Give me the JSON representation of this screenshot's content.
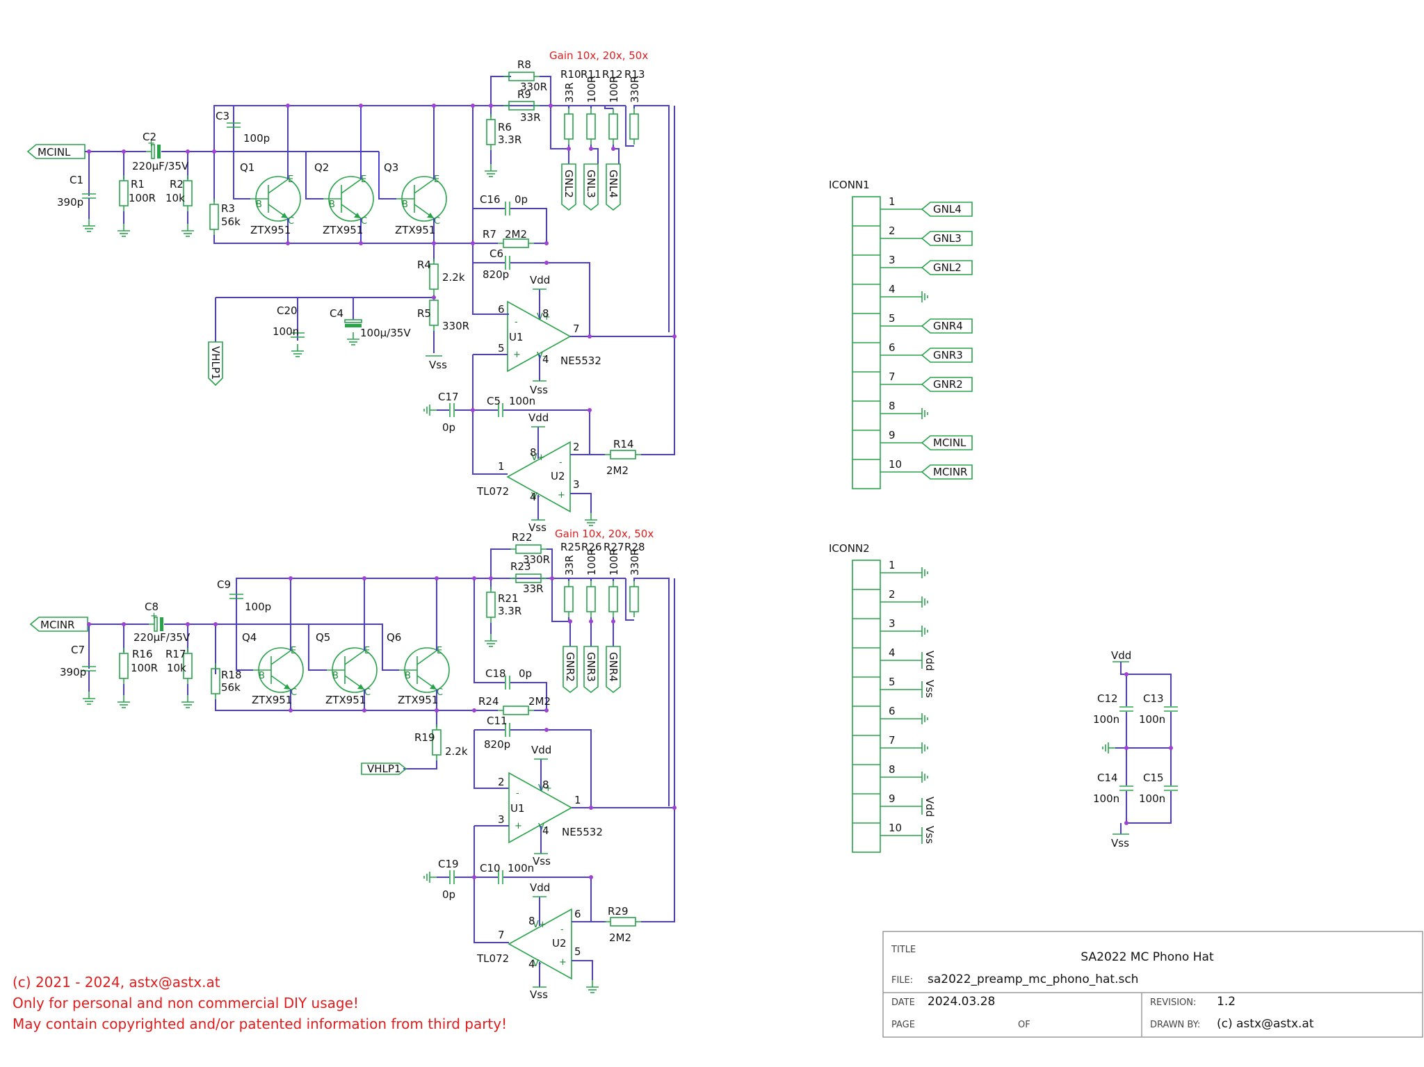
{
  "gain_note": "Gain 10x, 20x, 50x",
  "nets": {
    "mcinl": "MCINL",
    "mcinr": "MCINR",
    "vhlp": "VHLP1",
    "vdd": "Vdd",
    "vss": "Vss",
    "gnl2": "GNL2",
    "gnl3": "GNL3",
    "gnl4": "GNL4",
    "gnr2": "GNR2",
    "gnr3": "GNR3",
    "gnr4": "GNR4"
  },
  "left": {
    "c1": {
      "ref": "C1",
      "val": "390p"
    },
    "c2": {
      "ref": "C2",
      "val": "220µF/35V"
    },
    "r1": {
      "ref": "R1",
      "val": "100R"
    },
    "r2": {
      "ref": "R2",
      "val": "10k"
    },
    "r3": {
      "ref": "R3",
      "val": "56k"
    },
    "c3": {
      "ref": "C3",
      "val": "100p"
    },
    "q1": "Q1",
    "q2": "Q2",
    "q3": "Q3",
    "qpart": "ZTX951",
    "r8": {
      "ref": "R8",
      "val": "330R"
    },
    "r9": {
      "ref": "R9",
      "val": "33R"
    },
    "r6": {
      "ref": "R6",
      "val": "3.3R"
    },
    "r10": {
      "ref": "R10",
      "val": "33R"
    },
    "r11": {
      "ref": "R11",
      "val": "100R"
    },
    "r12": {
      "ref": "R12",
      "val": "100R"
    },
    "r13": {
      "ref": "R13",
      "val": "330R"
    },
    "c16": {
      "ref": "C16",
      "val": "0p"
    },
    "r7": {
      "ref": "R7",
      "val": "2M2"
    },
    "c6": {
      "ref": "C6",
      "val": "820p"
    },
    "r4": {
      "ref": "R4",
      "val": "2.2k"
    },
    "r5": {
      "ref": "R5",
      "val": "330R"
    },
    "c20": {
      "ref": "C20",
      "val": "100n"
    },
    "c4": {
      "ref": "C4",
      "val": "100µ/35V"
    },
    "u1": {
      "ref": "U1",
      "part": "NE5532",
      "pin_inv": "6",
      "pin_noninv": "5",
      "pin_out": "7",
      "pin_vp": "8",
      "pin_vn": "4"
    },
    "c17": {
      "ref": "C17",
      "val": "0p"
    },
    "c5": {
      "ref": "C5",
      "val": "100n"
    },
    "u2": {
      "ref": "U2",
      "part": "TL072",
      "pin_inv": "2",
      "pin_noninv": "3",
      "pin_out": "1",
      "pin_vp": "8",
      "pin_vn": "4"
    },
    "r14": {
      "ref": "R14",
      "val": "2M2"
    }
  },
  "right": {
    "c7": {
      "ref": "C7",
      "val": "390p"
    },
    "c8": {
      "ref": "C8",
      "val": "220µF/35V"
    },
    "r16": {
      "ref": "R16",
      "val": "100R"
    },
    "r17": {
      "ref": "R17",
      "val": "10k"
    },
    "r18": {
      "ref": "R18",
      "val": "56k"
    },
    "c9": {
      "ref": "C9",
      "val": "100p"
    },
    "q4": "Q4",
    "q5": "Q5",
    "q6": "Q6",
    "qpart": "ZTX951",
    "r22": {
      "ref": "R22",
      "val": "330R"
    },
    "r23": {
      "ref": "R23",
      "val": "33R"
    },
    "r21": {
      "ref": "R21",
      "val": "3.3R"
    },
    "r25": {
      "ref": "R25",
      "val": "33R"
    },
    "r26": {
      "ref": "R26",
      "val": "100R"
    },
    "r27": {
      "ref": "R27",
      "val": "100R"
    },
    "r28": {
      "ref": "R28",
      "val": "330R"
    },
    "c18": {
      "ref": "C18",
      "val": "0p"
    },
    "r24": {
      "ref": "R24",
      "val": "2M2"
    },
    "c11": {
      "ref": "C11",
      "val": "820p"
    },
    "r19": {
      "ref": "R19",
      "val": "2.2k"
    },
    "u1": {
      "ref": "U1",
      "part": "NE5532",
      "pin_inv": "2",
      "pin_noninv": "3",
      "pin_out": "1",
      "pin_vp": "8",
      "pin_vn": "4"
    },
    "c19": {
      "ref": "C19",
      "val": "0p"
    },
    "c10": {
      "ref": "C10",
      "val": "100n"
    },
    "u2": {
      "ref": "U2",
      "part": "TL072",
      "pin_inv": "6",
      "pin_noninv": "5",
      "pin_out": "7",
      "pin_vp": "8",
      "pin_vn": "4"
    },
    "r29": {
      "ref": "R29",
      "val": "2M2"
    }
  },
  "iconn1": {
    "ref": "ICONN1",
    "pins": [
      {
        "num": "1",
        "net": "GNL4"
      },
      {
        "num": "2",
        "net": "GNL3"
      },
      {
        "num": "3",
        "net": "GNL2"
      },
      {
        "num": "4",
        "net": ""
      },
      {
        "num": "5",
        "net": "GNR4"
      },
      {
        "num": "6",
        "net": "GNR3"
      },
      {
        "num": "7",
        "net": "GNR2"
      },
      {
        "num": "8",
        "net": ""
      },
      {
        "num": "9",
        "net": "MCINL"
      },
      {
        "num": "10",
        "net": "MCINR"
      }
    ]
  },
  "iconn2": {
    "ref": "ICONN2",
    "pins": [
      {
        "num": "1",
        "net": ""
      },
      {
        "num": "2",
        "net": ""
      },
      {
        "num": "3",
        "net": ""
      },
      {
        "num": "4",
        "net": "Vdd"
      },
      {
        "num": "5",
        "net": "Vss"
      },
      {
        "num": "6",
        "net": ""
      },
      {
        "num": "7",
        "net": ""
      },
      {
        "num": "8",
        "net": ""
      },
      {
        "num": "9",
        "net": "Vdd"
      },
      {
        "num": "10",
        "net": "Vss"
      }
    ]
  },
  "decoupling": {
    "vdd": "Vdd",
    "vss": "Vss",
    "c12": {
      "ref": "C12",
      "val": "100n"
    },
    "c13": {
      "ref": "C13",
      "val": "100n"
    },
    "c14": {
      "ref": "C14",
      "val": "100n"
    },
    "c15": {
      "ref": "C15",
      "val": "100n"
    }
  },
  "notice": [
    "(c) 2021 - 2024, astx@astx.at",
    "Only for personal and non commercial DIY usage!",
    "May contain copyrighted and/or patented information from third party!"
  ],
  "title_block": {
    "title_label": "TITLE",
    "title": "SA2022 MC Phono Hat",
    "file_label": "FILE:",
    "file": "sa2022_preamp_mc_phono_hat.sch",
    "date_label": "DATE",
    "date": "2024.03.28",
    "revision_label": "REVISION:",
    "revision": "1.2",
    "page_label": "PAGE",
    "of_label": "OF",
    "drawn_label": "DRAWN BY:",
    "drawn": "(c) astx@astx.at"
  },
  "colors": {
    "wire": "#4a3dd6",
    "part": "#28a34a",
    "junction": "#a040d0",
    "note": "#e01b1b"
  }
}
